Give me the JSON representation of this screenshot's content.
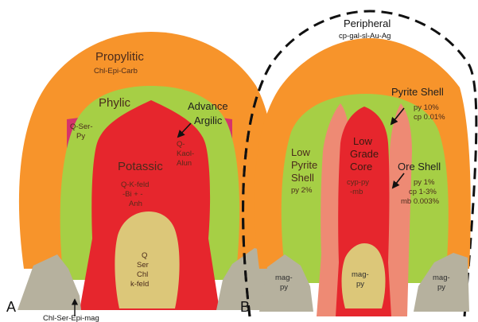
{
  "colors": {
    "propylitic": "#F7942B",
    "phylic": "#A6CF45",
    "potassic": "#E6262D",
    "argilic": "#D6336B",
    "core_qser": "#DCC779",
    "mag": "#B6B19E",
    "pyrite_streak": "#EE8A74",
    "text_dark": "#4A2B1C",
    "text_on_red": "#5A2A1A"
  },
  "icons": {
    "arrow": "arrow-icon"
  },
  "panelA": {
    "label": "A",
    "propylitic": {
      "title": "Propylitic",
      "sub": "Chl-Epi-Carb"
    },
    "phylic": {
      "title": "Phylic"
    },
    "qserpy": [
      "Q-Ser-",
      "Py"
    ],
    "potassic": {
      "title": "Potassic",
      "sub": [
        "Q-K-feld",
        "-Bi + -",
        "Anh"
      ]
    },
    "argilic": {
      "title": [
        "Advance",
        "Argilic"
      ],
      "sub": [
        "Q-",
        "Kaol-",
        "Alun"
      ]
    },
    "core": [
      "Q",
      "Ser",
      "Chl",
      "k-feld"
    ],
    "bottom": "Chl-Ser-Epi-mag"
  },
  "panelB": {
    "label": "B",
    "peripheral": {
      "title": "Peripheral",
      "sub": "cp-gal-sl-Au-Ag"
    },
    "pyrite_shell": {
      "title": "Pyrite Shell",
      "sub": [
        "py 10%",
        "cp 0.01%"
      ]
    },
    "low_pyrite": {
      "title": [
        "Low",
        "Pyrite",
        "Shell"
      ],
      "sub": "py 2%"
    },
    "low_grade": {
      "title": [
        "Low",
        "Grade",
        "Core"
      ],
      "sub": [
        "cyp-py",
        "-mb"
      ]
    },
    "ore_shell": {
      "title": "Ore Shell",
      "sub": [
        "py 1%",
        "cp 1-3%",
        "mb 0.003%"
      ]
    },
    "mag_left": [
      "mag-",
      "py"
    ],
    "mag_center": [
      "mag-",
      "py"
    ],
    "mag_right": [
      "mag-",
      "py"
    ]
  }
}
